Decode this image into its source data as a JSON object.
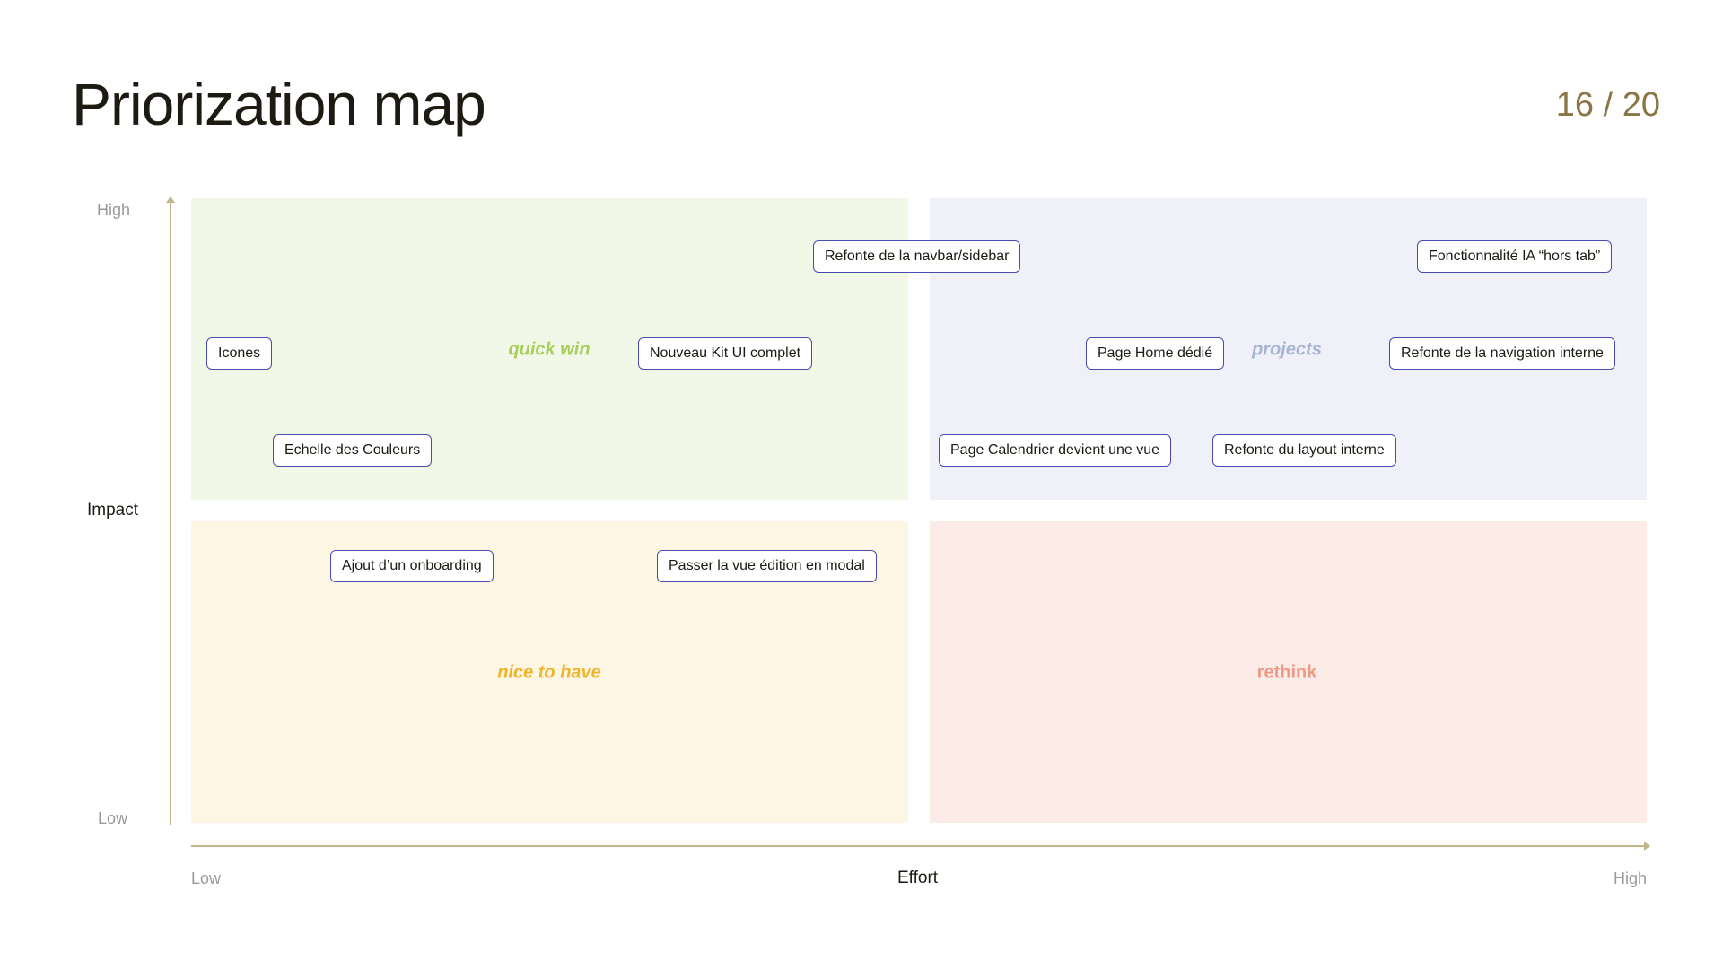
{
  "slide": {
    "title": "Priorization map",
    "page_counter": "16 / 20"
  },
  "axes": {
    "y": {
      "title": "Impact",
      "high": "High",
      "low": "Low"
    },
    "x": {
      "title": "Effort",
      "low": "Low",
      "high": "High"
    }
  },
  "colors": {
    "axis": "#c4b48a",
    "tag_border": "#4a4ab0",
    "quick_win_bg": "#f2f8e8",
    "projects_bg": "#f0f1f8",
    "nice_to_have_bg": "#fdf6e4",
    "rethink_bg": "#fbece8"
  },
  "quadrants": {
    "quick_win": {
      "label": "quick win",
      "color": "#a8cf5c"
    },
    "projects": {
      "label": "projects",
      "color": "#a8b4d4"
    },
    "nice_to_have": {
      "label": "nice to have",
      "color": "#f0b42a"
    },
    "rethink": {
      "label": "rethink",
      "color": "#ee9a86"
    }
  },
  "items": [
    "Refonte de la navbar/sidebar",
    "Fonctionnalité IA “hors tab”",
    "Icones",
    "Nouveau Kit UI complet",
    "Page Home dédié",
    "Refonte de la navigation interne",
    "Echelle des Couleurs",
    "Page Calendrier devient une vue",
    "Refonte du layout interne",
    "Ajout d’un onboarding",
    "Passer la vue édition en modal"
  ]
}
